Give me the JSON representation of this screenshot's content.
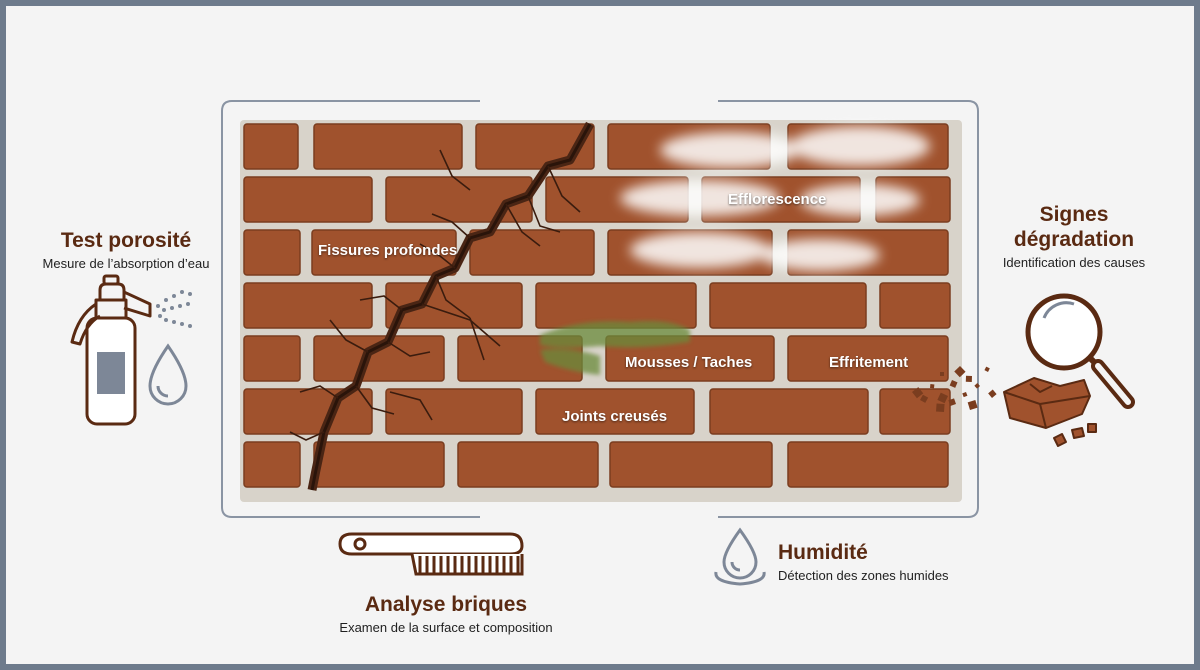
{
  "labels": {
    "porosity": {
      "title": "Test porosité",
      "subtitle": "Mesure de l’absorption d’eau"
    },
    "signs": {
      "title_line1": "Signes",
      "title_line2": "dégradation",
      "subtitle": "Identification des causes"
    },
    "bricks": {
      "title": "Analyse briques",
      "subtitle": "Examen de la surface et composition"
    },
    "humidity": {
      "title": "Humidité",
      "subtitle": "Détection des zones humides"
    }
  },
  "wall_tags": {
    "cracks": "Fissures profondes",
    "efflorescence": "Efflorescence",
    "moss": "Mousses / Taches",
    "crumbling": "Effritement",
    "joints": "Joints creusés"
  },
  "colors": {
    "brick": "#a0522d",
    "brick_dark": "#7a3d1f",
    "mortar": "#c9c5bd",
    "title_brown": "#5a2a12",
    "icon_gray": "#7d8797",
    "frame": "#8a94a3"
  },
  "icons": [
    "spray-bottle-icon",
    "water-drop-icon",
    "magnifier-icon",
    "broken-brick-icon",
    "brush-icon",
    "humidity-drop-icon"
  ]
}
